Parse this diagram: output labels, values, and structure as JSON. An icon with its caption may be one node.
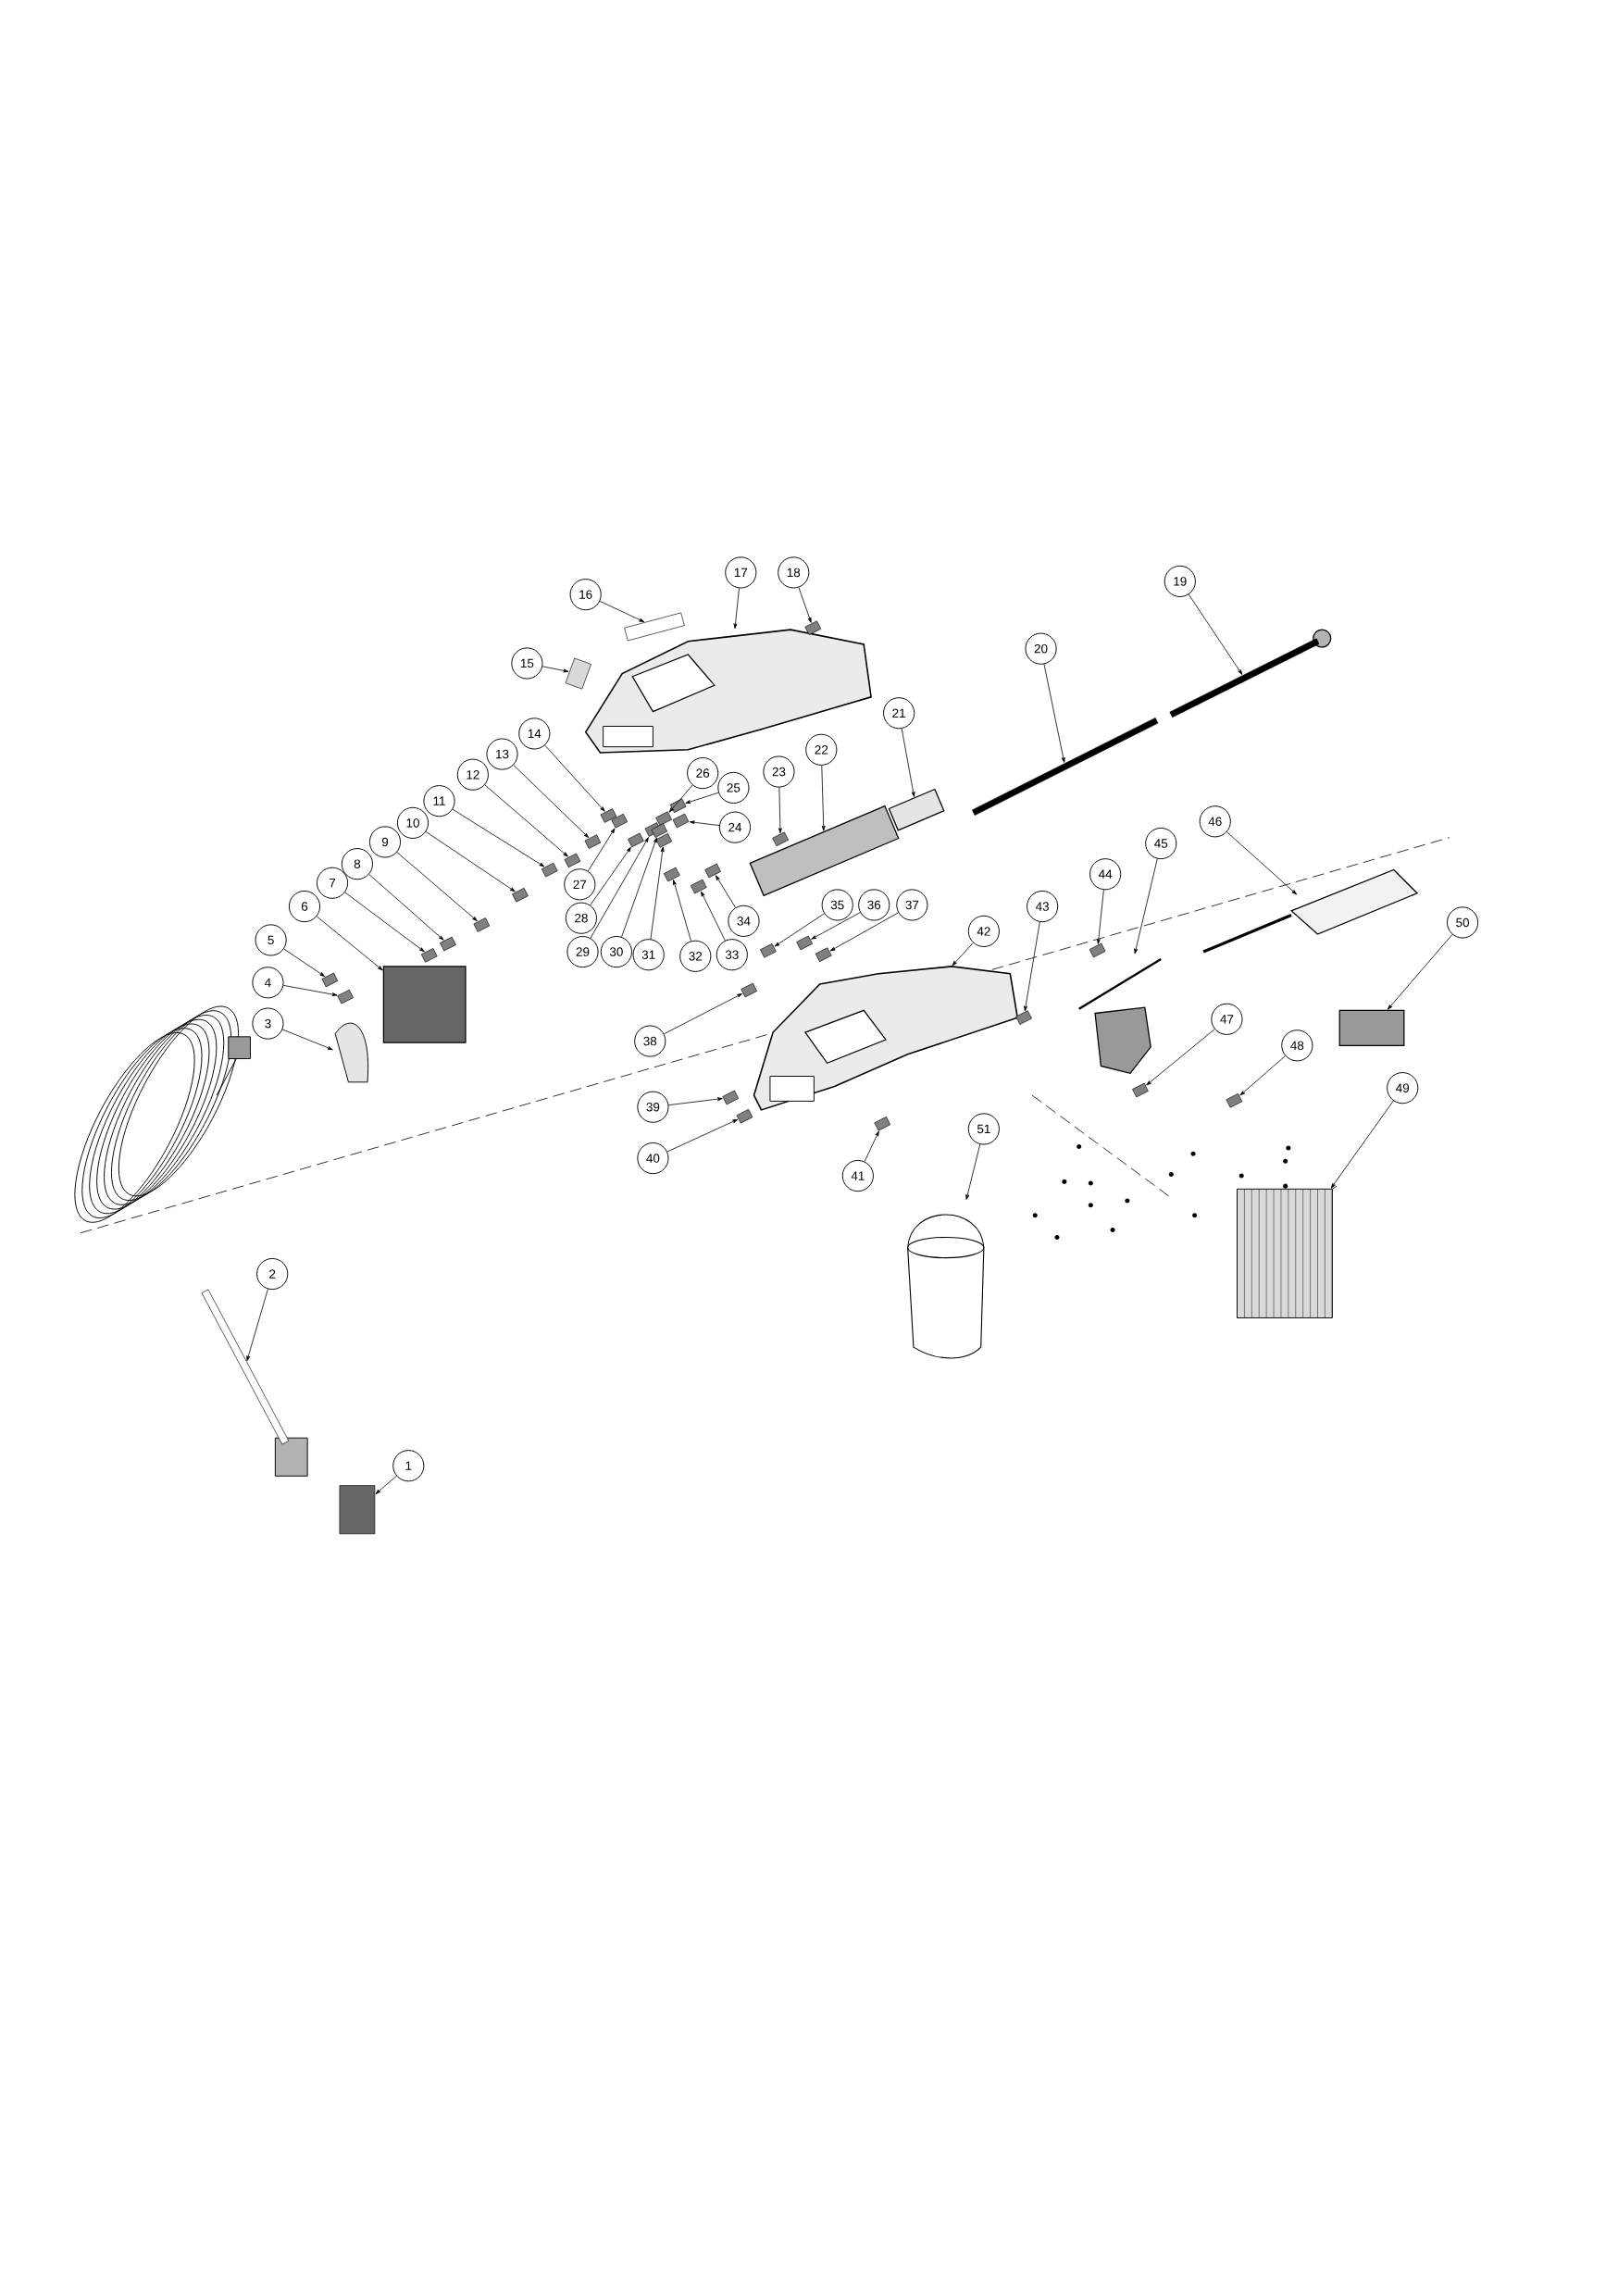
{
  "diagram": {
    "nodes": [
      {
        "text": [
          "1"
        ]
      },
      {
        "text": [
          "2"
        ]
      },
      {
        "text": [
          "3"
        ]
      },
      {
        "text": [
          "4"
        ]
      },
      {
        "text": [
          "5"
        ]
      },
      {
        "text": [
          "6"
        ]
      },
      {
        "text": [
          "7"
        ]
      },
      {
        "text": [
          "8"
        ]
      },
      {
        "text": [
          "9"
        ]
      },
      {
        "text": [
          "10"
        ]
      },
      {
        "text": [
          "11"
        ]
      },
      {
        "text": [
          "12"
        ]
      },
      {
        "text": [
          "13"
        ]
      },
      {
        "text": [
          "14"
        ]
      },
      {
        "text": [
          "15"
        ]
      },
      {
        "text": [
          "16"
        ]
      },
      {
        "text": [
          "17"
        ]
      },
      {
        "text": [
          "18"
        ]
      },
      {
        "text": [
          "19"
        ]
      },
      {
        "text": [
          "20"
        ]
      },
      {
        "text": [
          "21"
        ]
      },
      {
        "text": [
          "22"
        ]
      },
      {
        "text": [
          "23"
        ]
      },
      {
        "text": [
          "24"
        ]
      },
      {
        "text": [
          "25"
        ]
      },
      {
        "text": [
          "26"
        ]
      },
      {
        "text": [
          "27"
        ]
      },
      {
        "text": [
          "28"
        ]
      },
      {
        "text": [
          "29"
        ]
      },
      {
        "text": [
          "30"
        ]
      },
      {
        "text": [
          "31"
        ]
      },
      {
        "text": [
          "32"
        ]
      },
      {
        "text": [
          "33"
        ]
      },
      {
        "text": [
          "34"
        ]
      },
      {
        "text": [
          "35"
        ]
      },
      {
        "text": [
          "36"
        ]
      },
      {
        "text": [
          "37"
        ]
      },
      {
        "text": [
          "38"
        ]
      },
      {
        "text": [
          "39"
        ]
      },
      {
        "text": [
          "40"
        ]
      },
      {
        "text": [
          "41"
        ]
      },
      {
        "text": [
          "42"
        ]
      },
      {
        "text": [
          "43"
        ]
      },
      {
        "text": [
          "44"
        ]
      },
      {
        "text": [
          "45"
        ]
      },
      {
        "text": [
          "46"
        ]
      },
      {
        "text": [
          "47"
        ]
      },
      {
        "text": [
          "48"
        ]
      },
      {
        "text": [
          "49"
        ]
      },
      {
        "text": [
          "50"
        ]
      },
      {
        "text": [
          "51"
        ]
      },
      {
        "text": [],
        "shape": "box"
      },
      {
        "text": [],
        "shape": "box"
      },
      {
        "text": [],
        "shape": "picture"
      },
      {
        "text": [],
        "shape": "box"
      },
      {
        "text": [],
        "shape": "box"
      },
      {
        "text": [],
        "shape": "box"
      },
      {
        "text": [],
        "shape": "box"
      },
      {
        "text": [],
        "shape": "box"
      },
      {
        "text": [],
        "shape": "box"
      },
      {
        "text": [],
        "shape": "box"
      },
      {
        "text": [],
        "shape": "box"
      },
      {
        "text": [],
        "shape": "box"
      },
      {
        "text": [],
        "shape": "box"
      },
      {
        "text": [],
        "shape": "box"
      },
      {
        "text": [],
        "shape": "box"
      },
      {
        "text": [],
        "shape": "box"
      },
      {
        "text": [],
        "shape": "picture"
      },
      {
        "text": [],
        "shape": "box"
      },
      {
        "text": [],
        "shape": "box"
      },
      {
        "text": [],
        "shape": "box"
      },
      {
        "text": [],
        "shape": "box"
      },
      {
        "text": [],
        "shape": "box"
      },
      {
        "text": [],
        "shape": "box"
      },
      {
        "text": [],
        "shape": "box"
      },
      {
        "text": [],
        "shape": "box"
      },
      {
        "text": [],
        "shape": "box"
      },
      {
        "text": [],
        "shape": "box"
      },
      {
        "text": [],
        "shape": "box"
      },
      {
        "text": [],
        "shape": "box"
      },
      {
        "text": [],
        "shape": "box"
      },
      {
        "text": [],
        "shape": "box"
      },
      {
        "text": [],
        "shape": "box"
      },
      {
        "text": [],
        "shape": "box"
      },
      {
        "text": [],
        "shape": "box"
      },
      {
        "text": [],
        "shape": "box"
      },
      {
        "text": [],
        "shape": "box"
      },
      {
        "text": [],
        "shape": "box"
      },
      {
        "text": [],
        "shape": "box"
      },
      {
        "text": [],
        "shape": "box"
      },
      {
        "text": [],
        "shape": "box"
      },
      {
        "text": [],
        "shape": "box"
      },
      {
        "text": [],
        "shape": "picture"
      },
      {
        "text": [],
        "shape": "box"
      },
      {
        "text": [],
        "shape": "box"
      },
      {
        "text": [],
        "shape": "picture"
      },
      {
        "text": [],
        "shape": "picture"
      },
      {
        "text": [],
        "shape": "box"
      },
      {
        "text": [],
        "shape": "box"
      },
      {
        "text": [],
        "shape": "box"
      },
      {
        "text": [],
        "shape": "box"
      },
      {
        "text": [],
        "shape": "picture"
      }
    ],
    "edges": [
      {
        "from": 0,
        "to": 51,
        "arrow": "to"
      },
      {
        "from": 1,
        "to": 52,
        "arrow": "to"
      },
      {
        "from": 2,
        "to": 53,
        "arrow": "to"
      },
      {
        "from": 3,
        "to": 54,
        "arrow": "to"
      },
      {
        "from": 4,
        "to": 55,
        "arrow": "to"
      },
      {
        "from": 5,
        "to": 56,
        "arrow": "to"
      },
      {
        "from": 6,
        "to": 57,
        "arrow": "to"
      },
      {
        "from": 7,
        "to": 58,
        "arrow": "to"
      },
      {
        "from": 8,
        "to": 59,
        "arrow": "to"
      },
      {
        "from": 9,
        "to": 60,
        "arrow": "to"
      },
      {
        "from": 10,
        "to": 61,
        "arrow": "to"
      },
      {
        "from": 11,
        "to": 62,
        "arrow": "to"
      },
      {
        "from": 12,
        "to": 63,
        "arrow": "to"
      },
      {
        "from": 13,
        "to": 64,
        "arrow": "to"
      },
      {
        "from": 14,
        "to": 65,
        "arrow": "to"
      },
      {
        "from": 15,
        "to": 66,
        "arrow": "to"
      },
      {
        "from": 16,
        "to": 67,
        "arrow": "to"
      },
      {
        "from": 17,
        "to": 68,
        "arrow": "to"
      },
      {
        "from": 18,
        "to": 69,
        "arrow": "to"
      },
      {
        "from": 19,
        "to": 70,
        "arrow": "to"
      },
      {
        "from": 20,
        "to": 71,
        "arrow": "to"
      },
      {
        "from": 21,
        "to": 72,
        "arrow": "to"
      },
      {
        "from": 22,
        "to": 73,
        "arrow": "to"
      },
      {
        "from": 23,
        "to": 74,
        "arrow": "to"
      },
      {
        "from": 24,
        "to": 75,
        "arrow": "to"
      },
      {
        "from": 25,
        "to": 76,
        "arrow": "to"
      },
      {
        "from": 26,
        "to": 77,
        "arrow": "to"
      },
      {
        "from": 27,
        "to": 78,
        "arrow": "to"
      },
      {
        "from": 28,
        "to": 79,
        "arrow": "to"
      },
      {
        "from": 29,
        "to": 80,
        "arrow": "to"
      },
      {
        "from": 30,
        "to": 81,
        "arrow": "to"
      },
      {
        "from": 31,
        "to": 82,
        "arrow": "to"
      },
      {
        "from": 32,
        "to": 83,
        "arrow": "to"
      },
      {
        "from": 33,
        "to": 84,
        "arrow": "to"
      },
      {
        "from": 34,
        "to": 85,
        "arrow": "to"
      },
      {
        "from": 35,
        "to": 86,
        "arrow": "to"
      },
      {
        "from": 36,
        "to": 87,
        "arrow": "to"
      },
      {
        "from": 37,
        "to": 88,
        "arrow": "to"
      },
      {
        "from": 38,
        "to": 89,
        "arrow": "to"
      },
      {
        "from": 39,
        "to": 90,
        "arrow": "to"
      },
      {
        "from": 40,
        "to": 91,
        "arrow": "to"
      },
      {
        "from": 41,
        "to": 92,
        "arrow": "to"
      },
      {
        "from": 42,
        "to": 93,
        "arrow": "to"
      },
      {
        "from": 43,
        "to": 94,
        "arrow": "to"
      },
      {
        "from": 44,
        "to": 95,
        "arrow": "to"
      },
      {
        "from": 45,
        "to": 96,
        "arrow": "to"
      },
      {
        "from": 46,
        "to": 97,
        "arrow": "to"
      },
      {
        "from": 47,
        "to": 98,
        "arrow": "to"
      },
      {
        "from": 48,
        "to": 99,
        "arrow": "to"
      },
      {
        "from": 49,
        "to": 100,
        "arrow": "to"
      },
      {
        "from": 50,
        "to": 101,
        "arrow": "to"
      }
    ]
  }
}
